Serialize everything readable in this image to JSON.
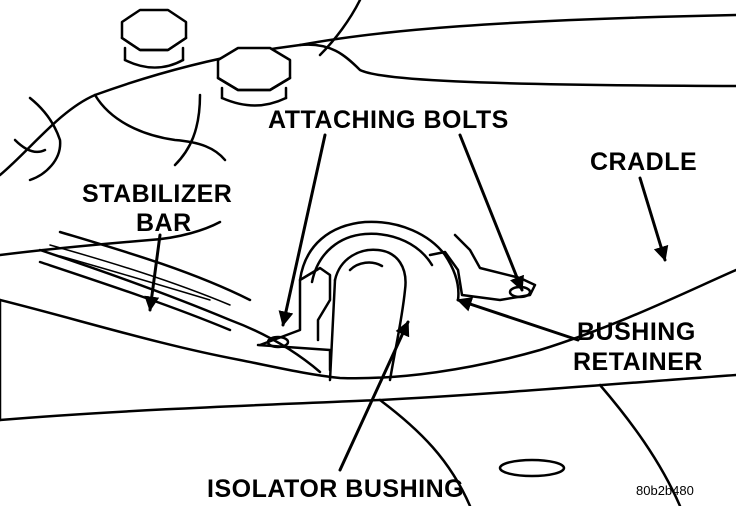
{
  "labels": {
    "attaching_bolts": "ATTACHING BOLTS",
    "cradle": "CRADLE",
    "stabilizer_line1": "STABILIZER",
    "stabilizer_line2": "BAR",
    "bushing_retainer_line1": "BUSHING",
    "bushing_retainer_line2": "RETAINER",
    "isolator_bushing": "ISOLATOR BUSHING"
  },
  "figure_ref": "80b2b480",
  "colors": {
    "ink": "#000000",
    "paper": "#ffffff"
  }
}
